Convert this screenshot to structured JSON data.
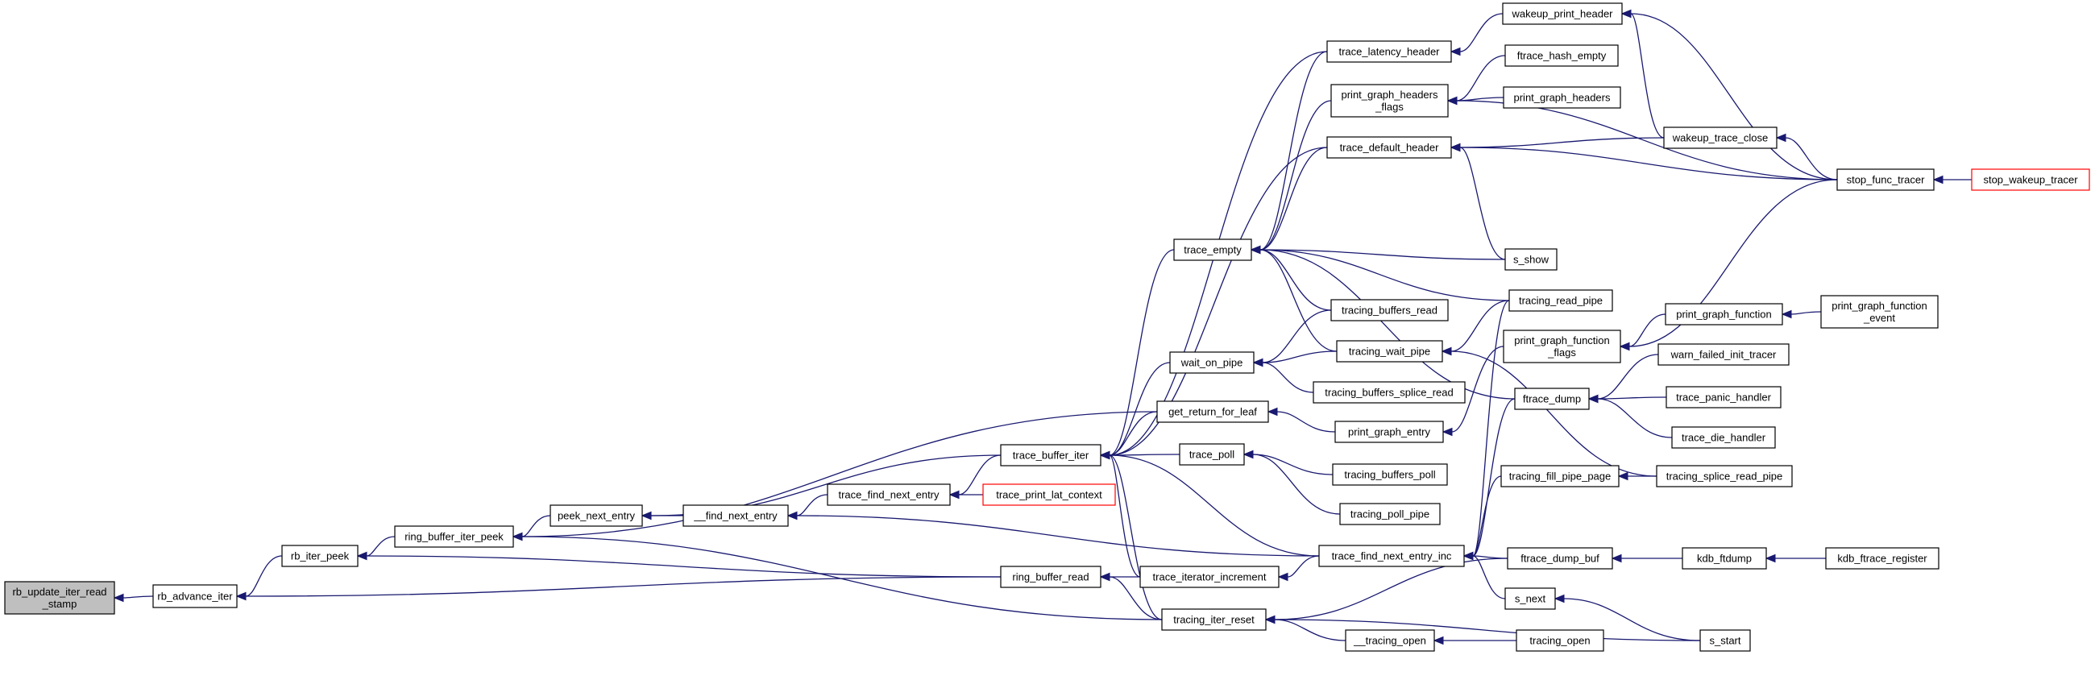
{
  "graph": {
    "edge_color": "#191970",
    "highlight_fill": "#bfbfbf",
    "normal_fill": "#ffffff",
    "truncated_border": "#ff0000",
    "nodes": [
      {
        "id": "rb_update_iter_read_stamp",
        "lines": [
          "rb_update_iter_read",
          "_stamp"
        ],
        "style": "highlight"
      },
      {
        "id": "rb_advance_iter",
        "lines": [
          "rb_advance_iter"
        ]
      },
      {
        "id": "rb_iter_peek",
        "lines": [
          "rb_iter_peek"
        ]
      },
      {
        "id": "ring_buffer_iter_peek",
        "lines": [
          "ring_buffer_iter_peek"
        ]
      },
      {
        "id": "ring_buffer_read",
        "lines": [
          "ring_buffer_read"
        ]
      },
      {
        "id": "tracing_iter_reset",
        "lines": [
          "tracing_iter_reset"
        ]
      },
      {
        "id": "peek_next_entry",
        "lines": [
          "peek_next_entry"
        ]
      },
      {
        "id": "__find_next_entry",
        "lines": [
          "__find_next_entry"
        ]
      },
      {
        "id": "trace_find_next_entry",
        "lines": [
          "trace_find_next_entry"
        ]
      },
      {
        "id": "trace_print_lat_context",
        "lines": [
          "trace_print_lat_context"
        ],
        "style": "truncated"
      },
      {
        "id": "trace_buffer_iter",
        "lines": [
          "trace_buffer_iter"
        ]
      },
      {
        "id": "trace_iterator_increment",
        "lines": [
          "trace_iterator_increment"
        ]
      },
      {
        "id": "trace_find_next_entry_inc",
        "lines": [
          "trace_find_next_entry_inc"
        ]
      },
      {
        "id": "trace_empty",
        "lines": [
          "trace_empty"
        ]
      },
      {
        "id": "wait_on_pipe",
        "lines": [
          "wait_on_pipe"
        ]
      },
      {
        "id": "get_return_for_leaf",
        "lines": [
          "get_return_for_leaf"
        ]
      },
      {
        "id": "trace_poll",
        "lines": [
          "trace_poll"
        ]
      },
      {
        "id": "trace_latency_header",
        "lines": [
          "trace_latency_header"
        ]
      },
      {
        "id": "print_graph_headers_flags",
        "lines": [
          "print_graph_headers",
          "_flags"
        ]
      },
      {
        "id": "trace_default_header",
        "lines": [
          "trace_default_header"
        ]
      },
      {
        "id": "tracing_buffers_read",
        "lines": [
          "tracing_buffers_read"
        ]
      },
      {
        "id": "tracing_wait_pipe",
        "lines": [
          "tracing_wait_pipe"
        ]
      },
      {
        "id": "tracing_buffers_splice_read",
        "lines": [
          "tracing_buffers_splice_read"
        ]
      },
      {
        "id": "print_graph_entry",
        "lines": [
          "print_graph_entry"
        ]
      },
      {
        "id": "tracing_buffers_poll",
        "lines": [
          "tracing_buffers_poll"
        ]
      },
      {
        "id": "tracing_poll_pipe",
        "lines": [
          "tracing_poll_pipe"
        ]
      },
      {
        "id": "__tracing_open",
        "lines": [
          "__tracing_open"
        ]
      },
      {
        "id": "s_next",
        "lines": [
          "s_next"
        ]
      },
      {
        "id": "wakeup_print_header",
        "lines": [
          "wakeup_print_header"
        ]
      },
      {
        "id": "ftrace_hash_empty",
        "lines": [
          "ftrace_hash_empty"
        ]
      },
      {
        "id": "print_graph_headers",
        "lines": [
          "print_graph_headers"
        ]
      },
      {
        "id": "s_show",
        "lines": [
          "s_show"
        ]
      },
      {
        "id": "tracing_read_pipe",
        "lines": [
          "tracing_read_pipe"
        ]
      },
      {
        "id": "print_graph_function_flags",
        "lines": [
          "print_graph_function",
          "_flags"
        ]
      },
      {
        "id": "ftrace_dump",
        "lines": [
          "ftrace_dump"
        ]
      },
      {
        "id": "tracing_fill_pipe_page",
        "lines": [
          "tracing_fill_pipe_page"
        ]
      },
      {
        "id": "ftrace_dump_buf",
        "lines": [
          "ftrace_dump_buf"
        ]
      },
      {
        "id": "tracing_open",
        "lines": [
          "tracing_open"
        ]
      },
      {
        "id": "wakeup_trace_close",
        "lines": [
          "wakeup_trace_close"
        ]
      },
      {
        "id": "print_graph_function",
        "lines": [
          "print_graph_function"
        ]
      },
      {
        "id": "warn_failed_init_tracer",
        "lines": [
          "warn_failed_init_tracer"
        ]
      },
      {
        "id": "trace_panic_handler",
        "lines": [
          "trace_panic_handler"
        ]
      },
      {
        "id": "trace_die_handler",
        "lines": [
          "trace_die_handler"
        ]
      },
      {
        "id": "tracing_splice_read_pipe",
        "lines": [
          "tracing_splice_read_pipe"
        ]
      },
      {
        "id": "kdb_ftdump",
        "lines": [
          "kdb_ftdump"
        ]
      },
      {
        "id": "s_start",
        "lines": [
          "s_start"
        ]
      },
      {
        "id": "stop_func_tracer",
        "lines": [
          "stop_func_tracer"
        ]
      },
      {
        "id": "print_graph_function_event",
        "lines": [
          "print_graph_function",
          "_event"
        ]
      },
      {
        "id": "kdb_ftrace_register",
        "lines": [
          "kdb_ftrace_register"
        ]
      },
      {
        "id": "stop_wakeup_tracer",
        "lines": [
          "stop_wakeup_tracer"
        ],
        "style": "truncated"
      }
    ],
    "edges": [
      [
        "rb_advance_iter",
        "rb_update_iter_read_stamp"
      ],
      [
        "rb_iter_peek",
        "rb_advance_iter"
      ],
      [
        "ring_buffer_read",
        "rb_advance_iter"
      ],
      [
        "ring_buffer_iter_peek",
        "rb_iter_peek"
      ],
      [
        "ring_buffer_read",
        "rb_iter_peek"
      ],
      [
        "peek_next_entry",
        "ring_buffer_iter_peek"
      ],
      [
        "get_return_for_leaf",
        "ring_buffer_iter_peek"
      ],
      [
        "tracing_iter_reset",
        "ring_buffer_iter_peek"
      ],
      [
        "__find_next_entry",
        "peek_next_entry"
      ],
      [
        "trace_buffer_iter",
        "peek_next_entry"
      ],
      [
        "trace_find_next_entry",
        "__find_next_entry"
      ],
      [
        "trace_find_next_entry_inc",
        "__find_next_entry"
      ],
      [
        "trace_print_lat_context",
        "trace_find_next_entry"
      ],
      [
        "trace_buffer_iter",
        "trace_find_next_entry"
      ],
      [
        "trace_buffer_iter",
        "trace_buffer_iter_peek_placeholder"
      ],
      [
        "get_return_for_leaf",
        "trace_buffer_iter"
      ],
      [
        "trace_poll",
        "trace_buffer_iter"
      ],
      [
        "wait_on_pipe",
        "trace_buffer_iter"
      ],
      [
        "trace_empty",
        "trace_buffer_iter"
      ],
      [
        "trace_latency_header",
        "trace_buffer_iter"
      ],
      [
        "trace_default_header",
        "trace_buffer_iter"
      ],
      [
        "trace_iterator_increment",
        "trace_buffer_iter"
      ],
      [
        "trace_find_next_entry_inc",
        "trace_buffer_iter"
      ],
      [
        "tracing_iter_reset",
        "trace_buffer_iter"
      ],
      [
        "trace_iterator_increment",
        "ring_buffer_read"
      ],
      [
        "tracing_iter_reset",
        "ring_buffer_read"
      ],
      [
        "trace_find_next_entry_inc",
        "trace_iterator_increment"
      ],
      [
        "tracing_buffers_read",
        "wait_on_pipe"
      ],
      [
        "tracing_wait_pipe",
        "wait_on_pipe"
      ],
      [
        "tracing_buffers_splice_read",
        "wait_on_pipe"
      ],
      [
        "print_graph_entry",
        "get_return_for_leaf"
      ],
      [
        "tracing_buffers_poll",
        "trace_poll"
      ],
      [
        "tracing_poll_pipe",
        "trace_poll"
      ],
      [
        "trace_latency_header",
        "trace_empty"
      ],
      [
        "print_graph_headers_flags",
        "trace_empty"
      ],
      [
        "trace_default_header",
        "trace_empty"
      ],
      [
        "s_show",
        "trace_empty"
      ],
      [
        "tracing_read_pipe",
        "trace_empty"
      ],
      [
        "tracing_wait_pipe",
        "trace_empty"
      ],
      [
        "tracing_buffers_read",
        "trace_empty"
      ],
      [
        "ftrace_dump",
        "trace_empty"
      ],
      [
        "tracing_read_pipe",
        "tracing_wait_pipe"
      ],
      [
        "tracing_splice_read_pipe",
        "tracing_wait_pipe"
      ],
      [
        "print_graph_function_flags",
        "print_graph_entry"
      ],
      [
        "s_next",
        "trace_find_next_entry_inc"
      ],
      [
        "ftrace_dump",
        "trace_find_next_entry_inc"
      ],
      [
        "tracing_fill_pipe_page",
        "trace_find_next_entry_inc"
      ],
      [
        "tracing_read_pipe",
        "trace_find_next_entry_inc"
      ],
      [
        "ftrace_dump_buf",
        "trace_find_next_entry_inc"
      ],
      [
        "__tracing_open",
        "tracing_iter_reset"
      ],
      [
        "s_start",
        "tracing_iter_reset"
      ],
      [
        "ftrace_dump_buf",
        "tracing_iter_reset"
      ],
      [
        "tracing_open",
        "__tracing_open"
      ],
      [
        "s_start",
        "s_next"
      ],
      [
        "wakeup_print_header",
        "trace_latency_header"
      ],
      [
        "ftrace_hash_empty",
        "print_graph_headers_flags"
      ],
      [
        "print_graph_headers",
        "print_graph_headers_flags"
      ],
      [
        "stop_func_tracer",
        "print_graph_headers_flags"
      ],
      [
        "wakeup_trace_close",
        "trace_default_header"
      ],
      [
        "stop_func_tracer",
        "trace_default_header"
      ],
      [
        "s_show",
        "trace_default_header"
      ],
      [
        "print_graph_function",
        "print_graph_function_flags"
      ],
      [
        "stop_func_tracer",
        "print_graph_function_flags"
      ],
      [
        "warn_failed_init_tracer",
        "ftrace_dump"
      ],
      [
        "trace_panic_handler",
        "ftrace_dump"
      ],
      [
        "trace_die_handler",
        "ftrace_dump"
      ],
      [
        "tracing_splice_read_pipe",
        "tracing_fill_pipe_page"
      ],
      [
        "kdb_ftdump",
        "ftrace_dump_buf"
      ],
      [
        "stop_func_tracer",
        "wakeup_print_header"
      ],
      [
        "wakeup_trace_close",
        "wakeup_print_header"
      ],
      [
        "stop_func_tracer",
        "wakeup_trace_close"
      ],
      [
        "print_graph_function_event",
        "print_graph_function"
      ],
      [
        "kdb_ftrace_register",
        "kdb_ftdump"
      ],
      [
        "stop_wakeup_tracer",
        "stop_func_tracer"
      ]
    ]
  }
}
